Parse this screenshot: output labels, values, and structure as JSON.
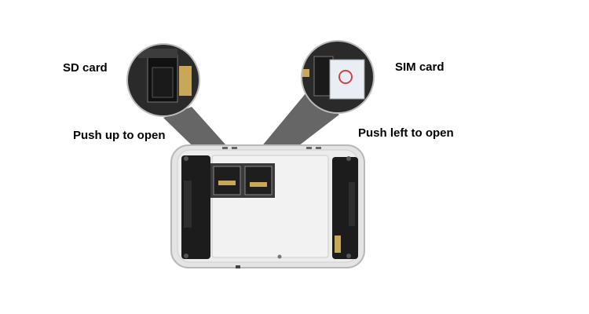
{
  "labels": {
    "sd_card": "SD card",
    "sim_card": "SIM card",
    "push_up": "Push up to open",
    "push_left": "Push left to open"
  },
  "colors": {
    "device_shell": "#e6e6e6",
    "device_panel": "#f0f0f0",
    "callout_fill": "#555555",
    "slot_dark": "#1e1e1e",
    "gold": "#c8a858"
  }
}
